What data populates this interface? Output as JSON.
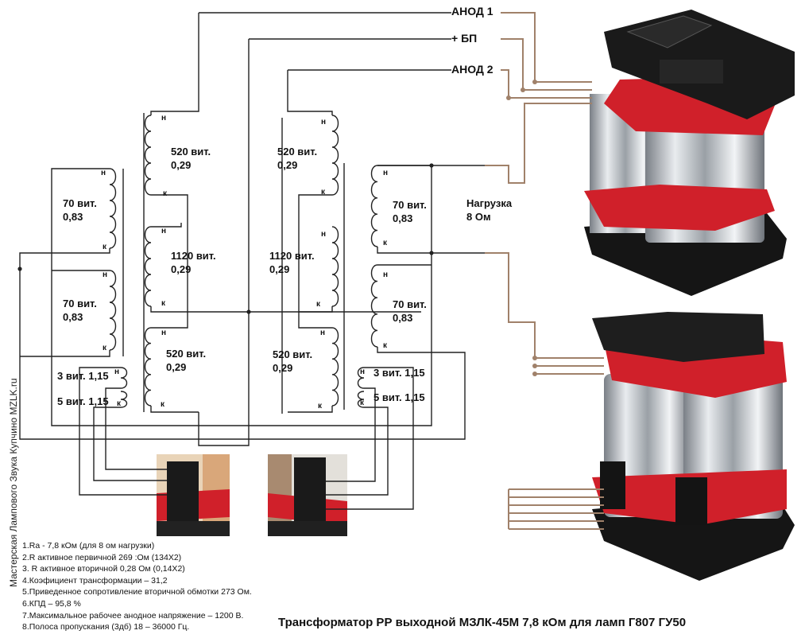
{
  "outputs": {
    "anode1": "АНОД 1",
    "bp": "+ БП",
    "anode2": "АНОД 2",
    "load": "Нагрузка",
    "load_value": "8 Ом"
  },
  "windings": {
    "pri_top_left": {
      "turns": "520 вит.",
      "wire": "0,29"
    },
    "pri_top_right": {
      "turns": "520 вит.",
      "wire": "0,29"
    },
    "pri_mid_left": {
      "turns": "1120 вит.",
      "wire": "0,29"
    },
    "pri_mid_right": {
      "turns": "1120 вит.",
      "wire": "0,29"
    },
    "pri_bot_left": {
      "turns": "520 вит.",
      "wire": "0,29"
    },
    "pri_bot_right": {
      "turns": "520 вит.",
      "wire": "0,29"
    },
    "sec_top_left": {
      "turns": "70 вит.",
      "wire": "0,83"
    },
    "sec_top_right": {
      "turns": "70 вит.",
      "wire": "0,83"
    },
    "sec_bot_left": {
      "turns": "70 вит.",
      "wire": "0,83"
    },
    "sec_bot_right": {
      "turns": "70 вит.",
      "wire": "0,83"
    },
    "fb_left_3": "3 вит. 1,15",
    "fb_left_5": "5 вит. 1,15",
    "fb_right_3": "3 вит. 1,15",
    "fb_right_5": "5 вит. 1,15"
  },
  "terminal_start": "н",
  "terminal_end": "к",
  "vertical_caption": "Мастерская Лампового Звука Купчино MZLK.ru",
  "specs": [
    "1.Ra - 7,8 кОм (для 8 ом нагрузки)",
    "2.R активное первичной 269  :Ом (134Х2)",
    "3. R активное вторичной 0,28 Ом (0,14Х2)",
    "4.Коэфициент трансформации – 31,2",
    "5.Приведенное сопротивление вторичной обмотки 273 Ом.",
    "6.КПД – 95,8 %",
    "7.Максимальное рабочее анодное напряжение – 1200 В.",
    "8.Полоса пропускания (3дб) 18 – 36000 Гц."
  ],
  "title": "Трансформатор РР выходной МЗЛК-45М 7,8 кОм для ламп Г807 ГУ50",
  "colors": {
    "wire": "#222222",
    "lead": "#a0816a",
    "red": "#d0202a",
    "core_black": "#1a1a1a",
    "steel": "#c8ccd0"
  }
}
